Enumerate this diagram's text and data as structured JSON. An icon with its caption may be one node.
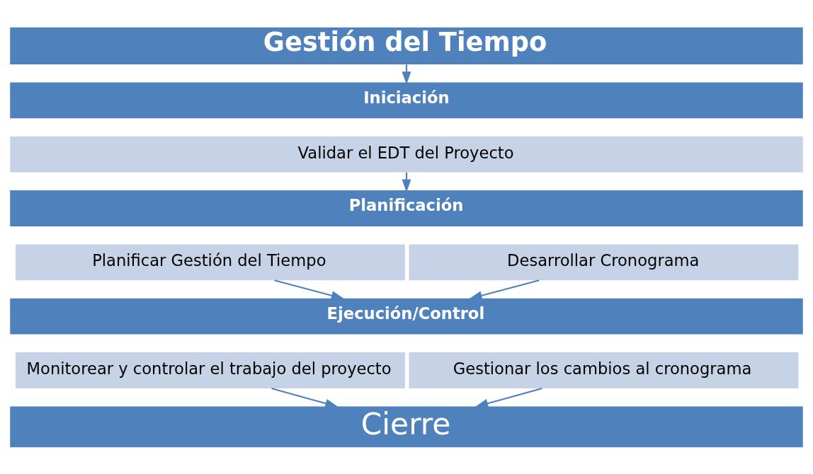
{
  "diagram": {
    "nodes": [
      {
        "text": [
          "Gestión del Tiempo"
        ]
      },
      {
        "text": [
          "Iniciación"
        ]
      },
      {
        "text": [
          "Validar el EDT del Proyecto"
        ]
      },
      {
        "text": [
          "Planificación"
        ]
      },
      {
        "text": [
          "Planificar Gestión del Tiempo"
        ]
      },
      {
        "text": [
          "Desarrollar Cronograma"
        ]
      },
      {
        "text": [
          "Ejecución/Control"
        ]
      },
      {
        "text": [
          "Monitorear y controlar el trabajo del proyecto"
        ]
      },
      {
        "text": [
          "Gestionar los cambios al cronograma"
        ]
      },
      {
        "text": [
          "Cierre"
        ]
      }
    ],
    "edges": [
      {
        "from": 0,
        "to": 1,
        "arrow": "to"
      },
      {
        "from": 2,
        "to": 3,
        "arrow": "to"
      },
      {
        "from": 4,
        "to": 6,
        "arrow": "to"
      },
      {
        "from": 5,
        "to": 6,
        "arrow": "to"
      },
      {
        "from": 7,
        "to": 9,
        "arrow": "to"
      },
      {
        "from": 8,
        "to": 9,
        "arrow": "to"
      }
    ]
  }
}
